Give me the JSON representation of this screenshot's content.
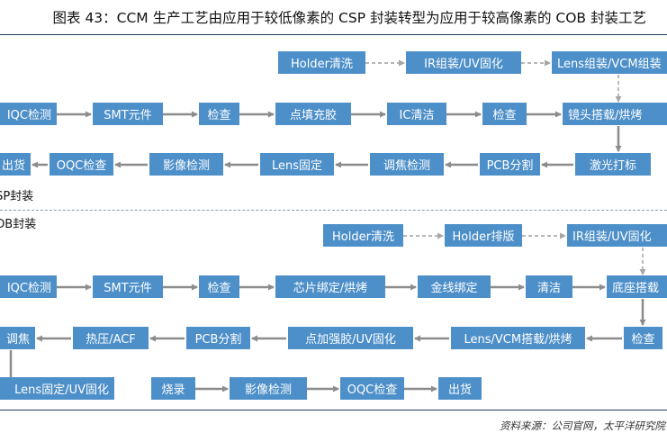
{
  "title": "图表 43：CCM 生产工艺由应用于较低像素的 CSP 封装转型为应用于较高像素的 COB 封装工艺",
  "csp": {
    "label": "CSP封装",
    "boxes": {
      "holder_clean": "Holder清洗",
      "ir_uv": "IR组装/UV固化",
      "lens_vcm": "Lens组装/VCM组装",
      "iqc": "IQC检测",
      "smt": "SMT元件",
      "check1": "检查",
      "dispense": "点填充胶",
      "ic_clean": "IC清洁",
      "check2": "检查",
      "lens_mount_bake": "镜头搭载/烘烤",
      "laser": "激光打标",
      "pcb_split": "PCB分割",
      "focus_test": "调焦检测",
      "lens_fix": "Lens固定",
      "image_test": "影像检测",
      "oqc": "OQC检查",
      "ship": "出货"
    }
  },
  "cob": {
    "label": "COB封装",
    "boxes": {
      "holder_clean": "Holder清洗",
      "holder_layout": "Holder排版",
      "ir_uv": "IR组装/UV固化",
      "iqc": "IQC检测",
      "smt": "SMT元件",
      "check1": "检查",
      "die_bond": "芯片绑定/烘烤",
      "wire_bond": "金线绑定",
      "clean": "清洁",
      "base_mount": "底座搭载",
      "check2": "检查",
      "lens_vcm_bake": "Lens/VCM搭载/烘烤",
      "glue_uv": "点加强胶/UV固化",
      "pcb_split": "PCB分割",
      "hot_press": "热压/ACF",
      "focus": "调焦",
      "lens_fix_uv": "Lens固定/UV固化",
      "burn": "烧录",
      "image_test": "影像检测",
      "oqc": "OQC检查",
      "ship": "出货"
    }
  },
  "source": "资料来源：公司官网，太平洋研究院",
  "colors": {
    "box": "#4d8fc9",
    "arrow": "#8c8c8c",
    "rule": "#1f3a5f"
  }
}
